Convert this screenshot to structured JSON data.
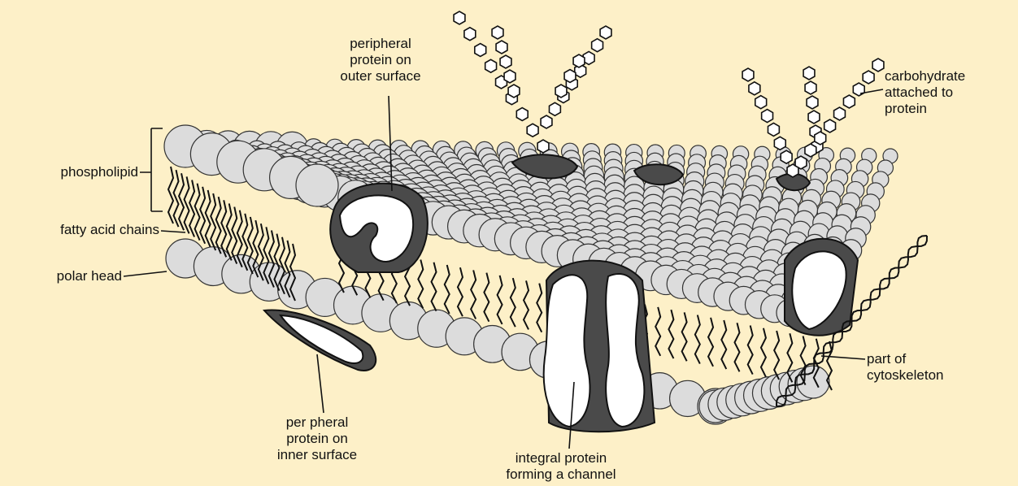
{
  "colors": {
    "background": "#fdf0c8",
    "head_fill": "#dcdcdc",
    "head_stroke": "#333333",
    "protein_dark": "#4a4a4a",
    "protein_light": "#ffffff",
    "line": "#111111"
  },
  "labels": {
    "phospholipid": "phospholipid",
    "fatty_acid_chains": "fatty acid chains",
    "polar_head": "polar head",
    "peripheral_outer": "peripheral\nprotein on\nouter surface",
    "carbohydrate": "carbohydrate\nattached to\nprotein",
    "cytoskeleton": "part of\ncytoskeleton",
    "peripheral_inner": "per pheral\nprotein on\ninner surface",
    "integral_channel": "integral protein\nforming a channel"
  }
}
